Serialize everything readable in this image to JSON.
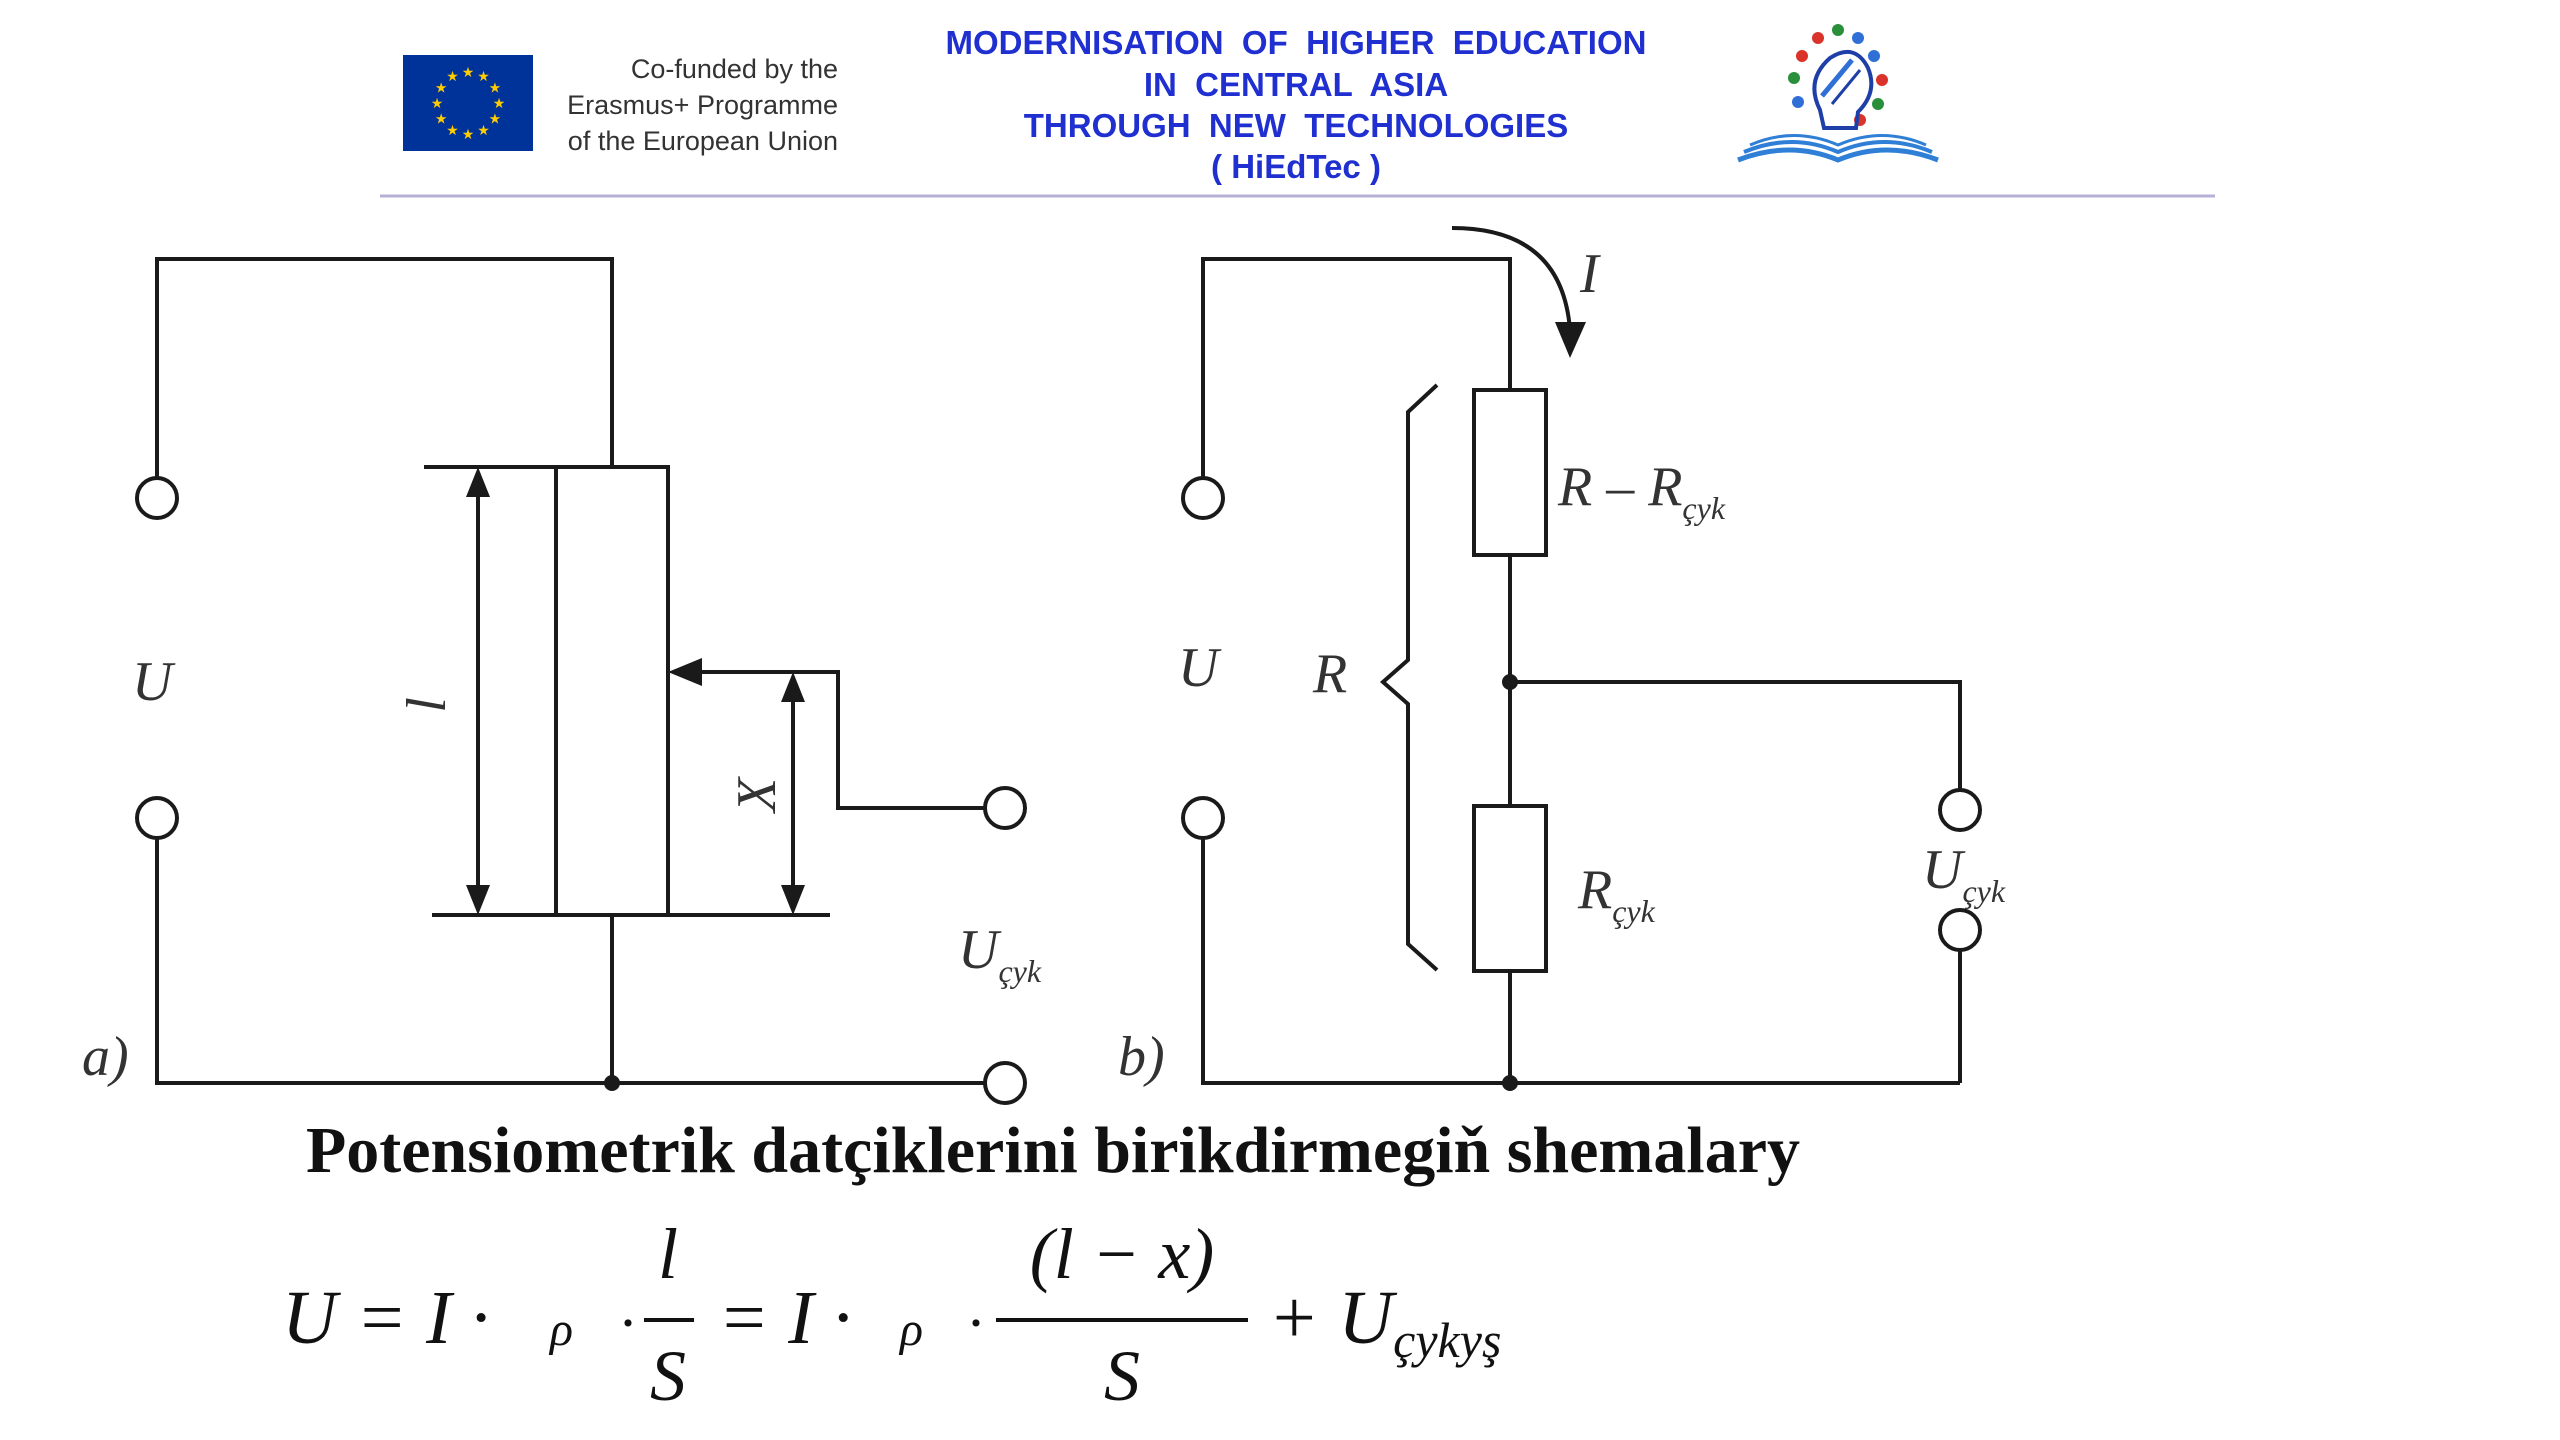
{
  "header": {
    "cofunded_lines": [
      "Co-funded by the",
      "Erasmus+ Programme",
      "of the European Union"
    ],
    "project_lines": [
      "MODERNISATION  OF  HIGHER  EDUCATION",
      "IN  CENTRAL  ASIA",
      "THROUGH  NEW  TECHNOLOGIES",
      "( HiEdTec )"
    ],
    "project_color": "#1f2fd0",
    "eu_flag_color": "#003399",
    "eu_star_color": "#ffcc00",
    "divider_color": "#b4b0d6"
  },
  "diagram_a": {
    "panel_label": "a)",
    "supply_label": "U",
    "length_label": "l",
    "position_label": "X",
    "output_label_main": "U",
    "output_label_sub": "çyk"
  },
  "diagram_b": {
    "panel_label": "b)",
    "current_label": "I",
    "supply_label": "U",
    "total_resistance_label": "R",
    "upper_resistor_main": "R – R",
    "upper_resistor_sub": "çyk",
    "lower_resistor_main": "R",
    "lower_resistor_sub": "çyk",
    "output_label_main": "U",
    "output_label_sub": "çyk"
  },
  "caption": "Potensiometrik datçiklerini birikdirmegiň shemalary",
  "formula": {
    "lhs": "U = I · ",
    "rho1": "ρ",
    "dot1": "·",
    "frac1_num": "l",
    "frac1_den": "S",
    "eq_mid": "= I · ",
    "rho2": "ρ",
    "dot2": "·",
    "frac2_num": "(l − x)",
    "frac2_den": "S",
    "tail": "+ U",
    "tail_sub": "çykyş"
  }
}
